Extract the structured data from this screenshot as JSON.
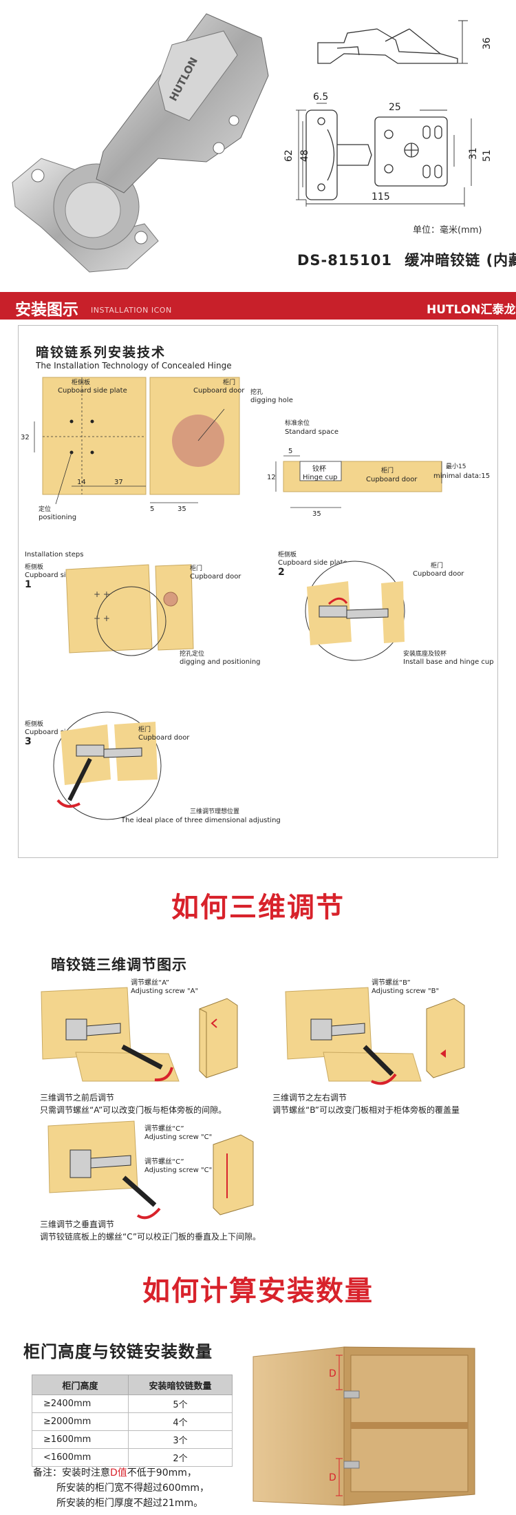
{
  "product": {
    "brand_on_hinge": "HUTLON",
    "unit": "单位：毫米(mm)",
    "model": "DS-815101",
    "name": "缓冲暗铰链 (内藏)",
    "dims": {
      "d36": "36",
      "d6_5": "6.5",
      "d25": "25",
      "d62": "62",
      "d48": "48",
      "d31": "31",
      "d51": "51",
      "d115": "115"
    }
  },
  "band": {
    "title": "安装图示",
    "subtitle": "INSTALLATION ICON",
    "brand": "HUTLON汇泰龙"
  },
  "install": {
    "title": "暗铰链系列安装技术",
    "subtitle": "The Installation Technology of Concealed Hinge",
    "side_plate_cn": "柜侧板",
    "side_plate_en": "Cupboard side plate",
    "door_cn": "柜门",
    "door_en": "Cupboard door",
    "dig_cn": "挖孔",
    "dig_en": "digging hole",
    "std_cn": "标准余位",
    "std_en": "Standard space",
    "cup_cn": "铰杯",
    "cup_en": "Hinge cup",
    "min_cn": "最小15",
    "min_en": "minimal data:15",
    "pos_cn": "定位",
    "pos_en": "positioning",
    "d32": "32",
    "d14": "14",
    "d37": "37",
    "d5": "5",
    "d35": "35",
    "d12": "12",
    "steps_label": "Installation steps",
    "step1": "1",
    "step2": "2",
    "step3": "3",
    "dig_pos_cn": "挖孔定位",
    "dig_pos_en": "digging and positioning",
    "base_cn": "安装底座及铰杯",
    "base_en": "Install base and hinge cup",
    "ideal_cn": "三维调节理想位置",
    "ideal_en": "The ideal place of three dimensional adjusting"
  },
  "adjust": {
    "heading": "如何三维调节",
    "section": "暗铰链三维调节图示",
    "a_cn": "调节螺丝“A”",
    "a_en": "Adjusting screw \"A\"",
    "b_cn": "调节螺丝“B”",
    "b_en": "Adjusting screw \"B\"",
    "c_cn": "调节螺丝“C”",
    "c_en": "Adjusting screw \"C\"",
    "cap1_title": "三维调节之前后调节",
    "cap1_text": "只需调节螺丝“A”可以改变门板与柜体旁板的间隙。",
    "cap2_title": "三维调节之左右调节",
    "cap2_text": "调节螺丝“B”可以改变门板相对于柜体旁板的覆盖量",
    "cap3_title": "三维调节之垂直调节",
    "cap3_text": "调节铰链底板上的螺丝“C”可以校正门板的垂直及上下间隙。"
  },
  "quantity": {
    "heading": "如何计算安装数量",
    "section": "柜门高度与铰链安装数量",
    "col1": "柜门高度",
    "col2": "安装暗铰链数量",
    "rows": [
      {
        "h": "≥2400mm",
        "n": "5个"
      },
      {
        "h": "≥2000mm",
        "n": "4个"
      },
      {
        "h": "≥1600mm",
        "n": "3个"
      },
      {
        "h": "<1600mm",
        "n": "2个"
      }
    ],
    "note_a": "备注：安装时注意",
    "note_d": "D值",
    "note_b": "不低于90mm，",
    "note2": "所安装的柜门宽不得超过600mm，",
    "note3": "所安装的柜门厚度不超过21mm。",
    "d_label": "D"
  },
  "colors": {
    "red": "#c8202a",
    "wood": "#f3d58d",
    "metal": "#c9c9c9"
  }
}
